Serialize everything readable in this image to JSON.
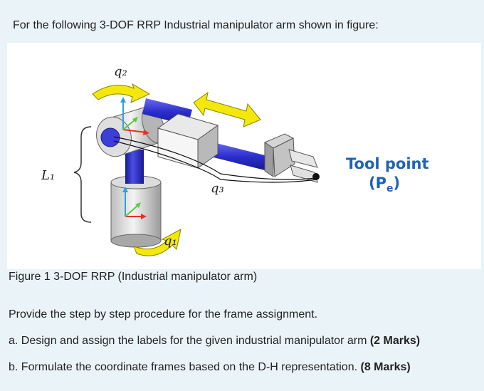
{
  "intro": "For the following 3-DOF RRP Industrial manipulator arm shown in figure:",
  "figure": {
    "label_q2": "q₂",
    "label_q3": "q₃",
    "label_q1": "q₁",
    "label_L1": "L₁",
    "tool_line1": "Tool point",
    "tool_line2_main": "(P",
    "tool_line2_sub": "e",
    "tool_line2_end": ")"
  },
  "caption": "Figure 1 3-DOF RRP (Industrial manipulator arm)",
  "instruction": "Provide the step by step procedure for the frame assignment.",
  "questions": {
    "a_text": "a. Design and assign the labels for the given industrial manipulator arm ",
    "a_marks": "(2 Marks)",
    "b_text": "b. Formulate the coordinate frames based on the D-H representation.  ",
    "b_marks": "(8 Marks)"
  },
  "colors": {
    "link_blue": "#2b2ecb",
    "arrow_yellow": "#f3e80a",
    "axis_red": "#e53023",
    "axis_green": "#5ec83e",
    "axis_cyan": "#2aa3dd",
    "tool_blue": "#1e63b4"
  }
}
